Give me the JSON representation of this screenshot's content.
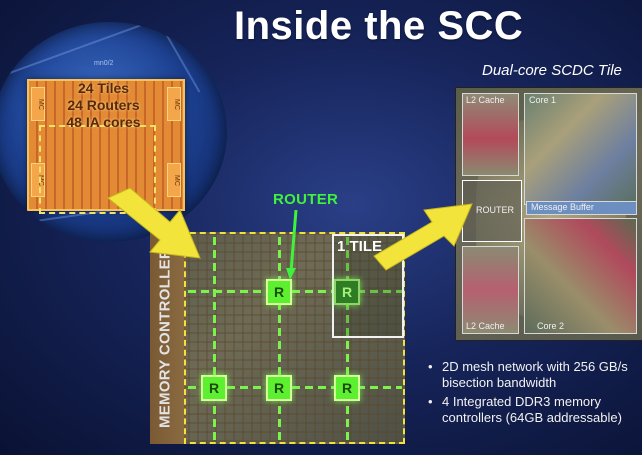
{
  "title": "Inside the SCC",
  "chip": {
    "lines": [
      "24 Tiles",
      "24 Routers",
      "48 IA cores"
    ],
    "mc_label": "MC",
    "small_label": "mn0/2"
  },
  "mesh": {
    "memory_controller_label": "MEMORY CONTROLLER",
    "router_callout": "ROUTER",
    "tile_label": "1 TILE",
    "router_letter": "R"
  },
  "die": {
    "caption": "Dual-core SCDC Tile",
    "regions": {
      "l2_cache_top": "L2 Cache",
      "core_1": "Core 1",
      "router": "ROUTER",
      "message_buffer": "Message Buffer",
      "l2_cache_bottom": "L2 Cache",
      "core_2": "Core 2"
    }
  },
  "bullets": [
    "2D mesh network with 256 GB/s bisection bandwidth",
    "4 Integrated DDR3 memory controllers (64GB addressable)"
  ],
  "colors": {
    "accent_green": "#3ff23c",
    "accent_yellow": "#f1e23c",
    "background": "#16245a"
  }
}
